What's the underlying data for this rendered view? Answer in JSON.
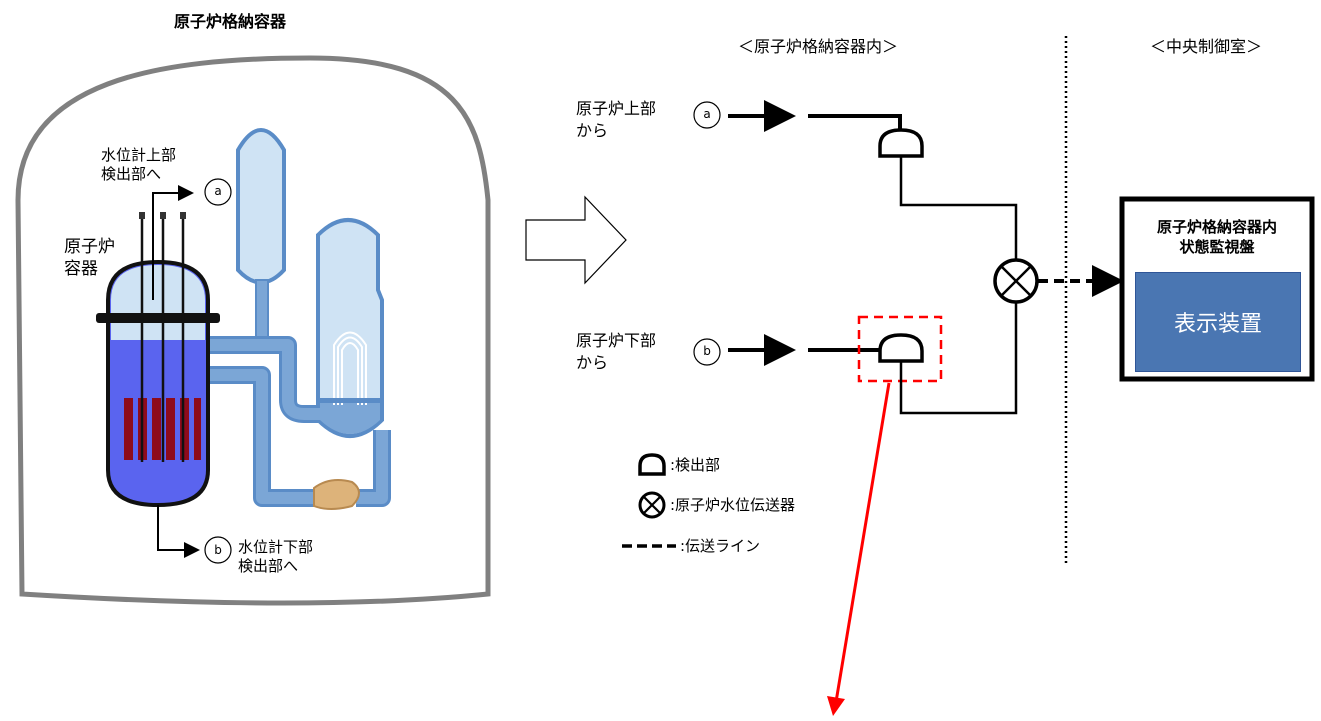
{
  "colors": {
    "vessel_water": "#5a64ef",
    "vessel_top": "#cfe3f4",
    "pipe_blue": "#7ba6d6",
    "fuel_rods": "#8e0b1b",
    "red_highlight": "#ff0000",
    "display_box": "#4a76b2",
    "pump": "#ddb37a"
  },
  "left": {
    "title": "原子炉格納容器",
    "upper_detector_label": [
      "水位計上部",
      "検出部へ"
    ],
    "vessel_label": [
      "原子炉",
      "容器"
    ],
    "lower_detector_label": [
      "水位計下部",
      "検出部へ"
    ],
    "marker_a": "a",
    "marker_b": "b"
  },
  "right": {
    "inside_heading": "＜原子炉格納容器内＞",
    "control_heading": "＜中央制御室＞",
    "upper_source": [
      "原子炉上部",
      "から"
    ],
    "lower_source": [
      "原子炉下部",
      "から"
    ],
    "marker_a": "a",
    "marker_b": "b",
    "panel_title": [
      "原子炉格納容器内",
      "状態監視盤"
    ],
    "display_label": "表示装置"
  },
  "legend": {
    "detector": ":検出部",
    "transmitter": ":原子炉水位伝送器",
    "line": ":伝送ライン"
  },
  "icons": [
    "arrow-right-hollow-icon",
    "detector-icon",
    "transmitter-icon",
    "dashed-line-icon"
  ]
}
